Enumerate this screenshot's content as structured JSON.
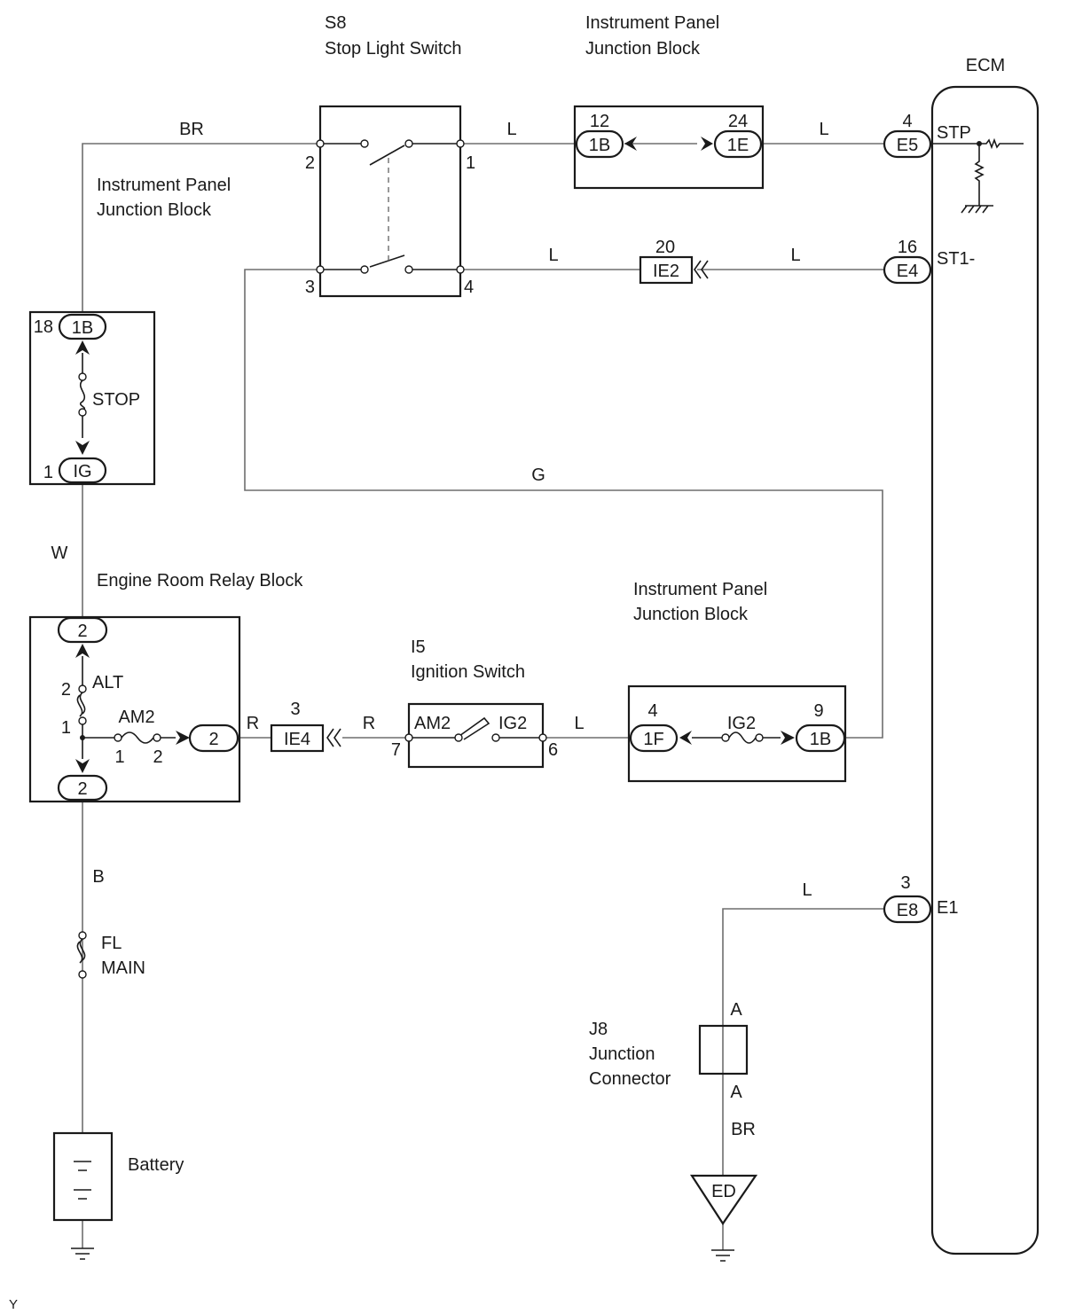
{
  "components": {
    "stop_switch": {
      "code": "S8",
      "name": "Stop Light Switch",
      "pins": [
        "2",
        "1",
        "3",
        "4"
      ]
    },
    "ipjb_top": {
      "name_line1": "Instrument Panel",
      "name_line2": "Junction Block",
      "pin_left": "12",
      "conn_left": "1B",
      "pin_right": "24",
      "conn_right": "1E"
    },
    "ipjb_left": {
      "name_line1": "Instrument Panel",
      "name_line2": "Junction Block",
      "pin_top": "18",
      "conn_top": "1B",
      "fuse": "STOP",
      "pin_bottom": "1",
      "conn_bottom": "IG"
    },
    "ecm": {
      "name": "ECM",
      "stp_pin": "4",
      "stp_conn": "E5",
      "stp_label": "STP",
      "st1_pin": "16",
      "st1_conn": "E4",
      "st1_label": "ST1-",
      "e1_pin": "3",
      "e1_conn": "E8",
      "e1_label": "E1"
    },
    "ie2": {
      "pin": "20",
      "conn": "IE2"
    },
    "ie4": {
      "pin": "3",
      "conn": "IE4"
    },
    "relay_block": {
      "name": "Engine Room  Relay Block",
      "conn_top": "2",
      "fuse_alt": "ALT",
      "alt_pin_top": "2",
      "alt_pin_bottom": "1",
      "fuse_am2": "AM2",
      "am2_pin_left": "1",
      "am2_pin_right": "2",
      "conn_right": "2",
      "conn_bottom": "2"
    },
    "ignition": {
      "code": "I5",
      "name": "Ignition Switch",
      "label_am2": "AM2",
      "label_ig2": "IG2",
      "pin_left": "7",
      "pin_right": "6"
    },
    "ipjb_bottom": {
      "name_line1": "Instrument Panel",
      "name_line2": "Junction Block",
      "pin_left": "4",
      "conn_left": "1F",
      "fuse": "IG2",
      "pin_right": "9",
      "conn_right": "1B"
    },
    "fl_main": {
      "line1": "FL",
      "line2": "MAIN"
    },
    "battery": {
      "name": "Battery"
    },
    "j8": {
      "code": "J8",
      "name_line1": "Junction",
      "name_line2": "Connector",
      "pin_top": "A",
      "pin_bottom": "A"
    },
    "ed": {
      "label": "ED"
    }
  },
  "wire_colors": {
    "br_top": "BR",
    "l_1": "L",
    "l_2": "L",
    "l_3": "L",
    "l_4": "L",
    "g": "G",
    "w": "W",
    "r_1": "R",
    "r_2": "R",
    "l_ig": "L",
    "b": "B",
    "l_e1": "L",
    "br_bottom": "BR"
  },
  "footer": {
    "mark": "Y"
  }
}
